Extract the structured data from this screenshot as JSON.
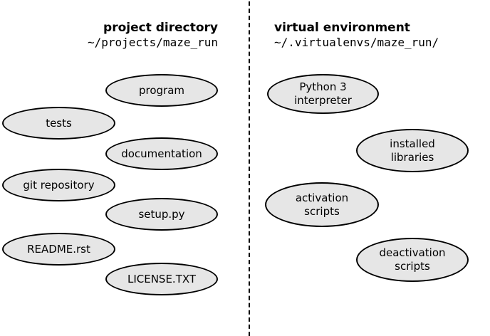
{
  "project_directory": {
    "title": "project directory",
    "path": "~/projects/maze_run",
    "items": [
      "program",
      "tests",
      "documentation",
      "git repository",
      "setup.py",
      "README.rst",
      "LICENSE.TXT"
    ]
  },
  "virtual_environment": {
    "title": "virtual environment",
    "path": "~/.virtualenvs/maze_run/",
    "items": [
      [
        "Python 3",
        "interpreter"
      ],
      [
        "installed",
        "libraries"
      ],
      [
        "activation",
        "scripts"
      ],
      [
        "deactivation",
        "scripts"
      ]
    ]
  }
}
